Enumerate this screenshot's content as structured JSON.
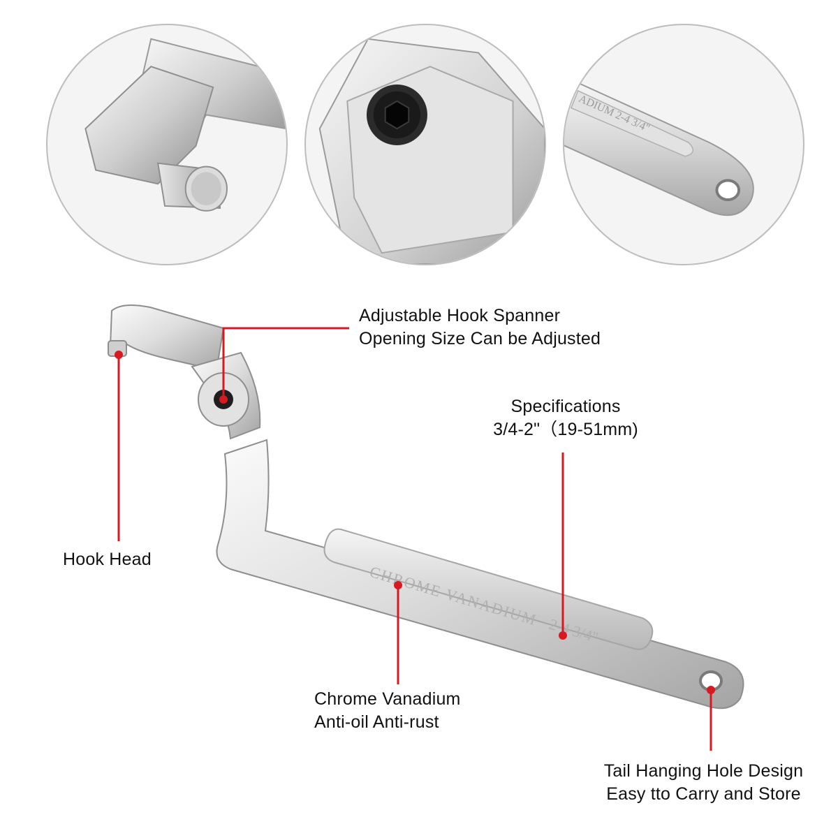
{
  "colors": {
    "leader_line": "#d71920",
    "dot": "#d71920",
    "chrome_light": "#f2f2f2",
    "chrome_mid": "#cfcfcf",
    "chrome_dark": "#8e8e8e",
    "circle_border": "#bdbdbd"
  },
  "detail_images": [
    {
      "name": "hook-pin-closeup",
      "icon": "hook-pin-icon"
    },
    {
      "name": "pivot-screw-closeup",
      "icon": "hex-screw-icon"
    },
    {
      "name": "tail-hole-closeup",
      "icon": "hanging-hole-icon"
    }
  ],
  "engraving": {
    "main_text": "CHROME VANADIUM",
    "size_text": "2-4 3/4\"",
    "closeup_text": "ADIUM 2-4 3/4\""
  },
  "callouts": {
    "adjustable": {
      "line1": "Adjustable Hook Spanner",
      "line2": "Opening Size Can be Adjusted"
    },
    "specifications": {
      "line1": "Specifications",
      "line2": "3/4-2\"（19-51mm)"
    },
    "hook_head": {
      "line1": "Hook Head"
    },
    "chrome_vanadium": {
      "line1": "Chrome Vanadium",
      "line2": "Anti-oil Anti-rust"
    },
    "tail_hole": {
      "line1": "Tail Hanging Hole Design",
      "line2": "Easy tto Carry and Store"
    }
  }
}
